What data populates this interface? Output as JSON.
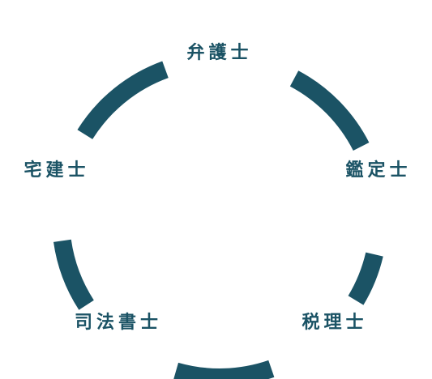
{
  "diagram": {
    "accent_color": "#1b5365",
    "background_color": "#ffffff",
    "nodes": [
      {
        "id": "lawyer",
        "label": "弁護士"
      },
      {
        "id": "appraiser",
        "label": "鑑定士"
      },
      {
        "id": "tax-accountant",
        "label": "税理士"
      },
      {
        "id": "judicial-scrivener",
        "label": "司法書士"
      },
      {
        "id": "real-estate-agent",
        "label": "宅建士"
      }
    ]
  }
}
